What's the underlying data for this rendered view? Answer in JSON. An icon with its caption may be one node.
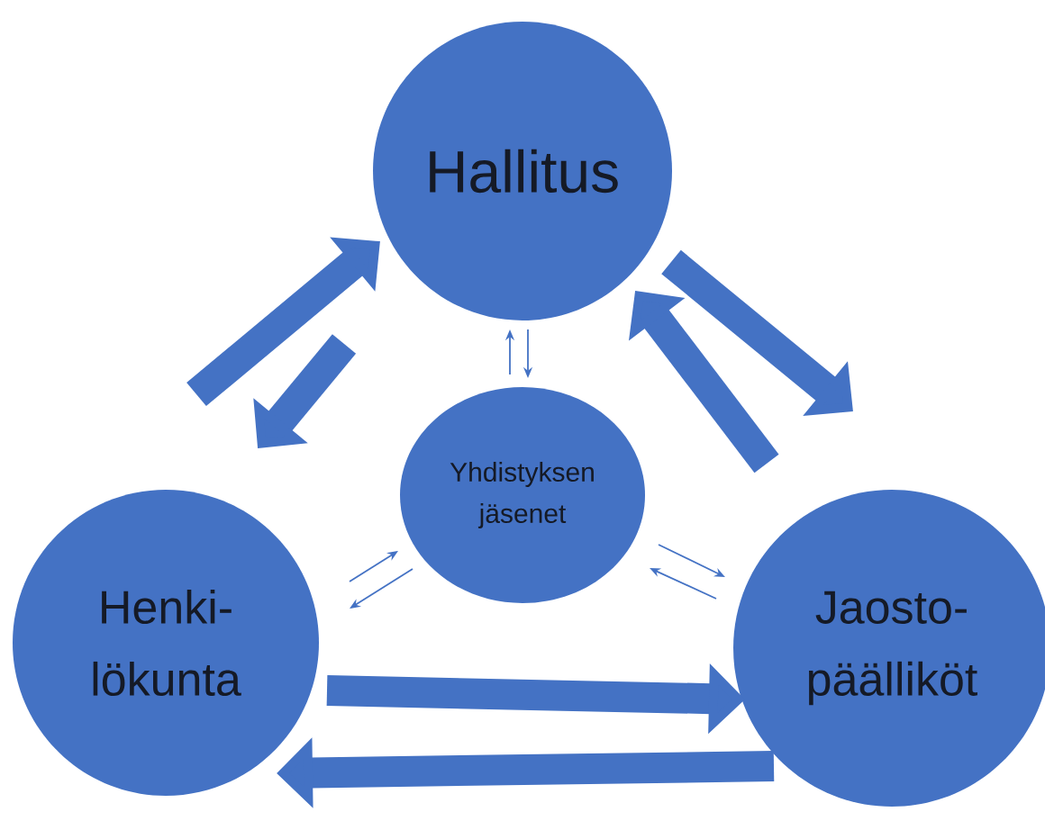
{
  "diagram": {
    "nodes": [
      {
        "text": [
          "Hallitus"
        ]
      },
      {
        "text": [
          "Yhdistyksen jäsenet"
        ]
      },
      {
        "text": [
          "Henki- lökunta"
        ]
      },
      {
        "text": [
          "Jaosto- päälliköt"
        ]
      }
    ],
    "edges": [
      {
        "from": 1,
        "to": 0,
        "arrow": "to"
      },
      {
        "from": 0,
        "to": 1,
        "arrow": "to"
      },
      {
        "from": 2,
        "to": 1,
        "arrow": "to"
      },
      {
        "from": 1,
        "to": 2,
        "arrow": "to"
      },
      {
        "from": 1,
        "to": 3,
        "arrow": "to"
      },
      {
        "from": 3,
        "to": 1,
        "arrow": "to"
      },
      {
        "from": 2,
        "to": 0,
        "arrow": "to",
        "style": "thick"
      },
      {
        "from": 0,
        "to": 2,
        "arrow": "to",
        "style": "thick"
      },
      {
        "from": 0,
        "to": 3,
        "arrow": "to",
        "style": "thick"
      },
      {
        "from": 3,
        "to": 0,
        "arrow": "to",
        "style": "thick"
      },
      {
        "from": 2,
        "to": 3,
        "arrow": "to",
        "style": "thick"
      },
      {
        "from": 3,
        "to": 2,
        "arrow": "to",
        "style": "thick"
      }
    ]
  }
}
